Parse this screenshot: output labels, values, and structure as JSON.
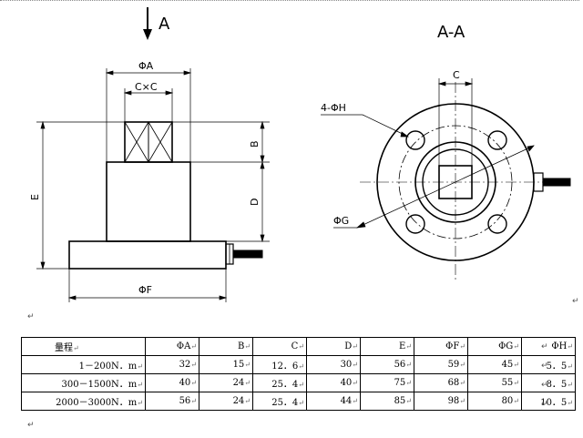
{
  "drawing": {
    "view_arrow_label": "A",
    "section_label": "A-A",
    "front": {
      "dim_A": "ΦA",
      "dim_CxC": "C×C",
      "dim_B": "B",
      "dim_D": "D",
      "dim_E": "E",
      "dim_F": "ΦF"
    },
    "section": {
      "dim_C": "C",
      "dim_H": "4-ΦH",
      "dim_G": "ΦG"
    },
    "paragraph_mark": "↵"
  },
  "table": {
    "headers": [
      "量程",
      "ΦA",
      "B",
      "C",
      "D",
      "E",
      "ΦF",
      "ΦG",
      "ΦH"
    ],
    "rows": [
      [
        "1－200N．m",
        "32",
        "15",
        "12．6",
        "30",
        "56",
        "59",
        "45",
        "5．5"
      ],
      [
        "300－1500N．m",
        "40",
        "24",
        "25．4",
        "40",
        "75",
        "68",
        "55",
        "8．5"
      ],
      [
        "2000－3000N．m",
        "56",
        "24",
        "25．4",
        "44",
        "85",
        "98",
        "80",
        "10．5"
      ]
    ],
    "return_mark": "↵"
  }
}
